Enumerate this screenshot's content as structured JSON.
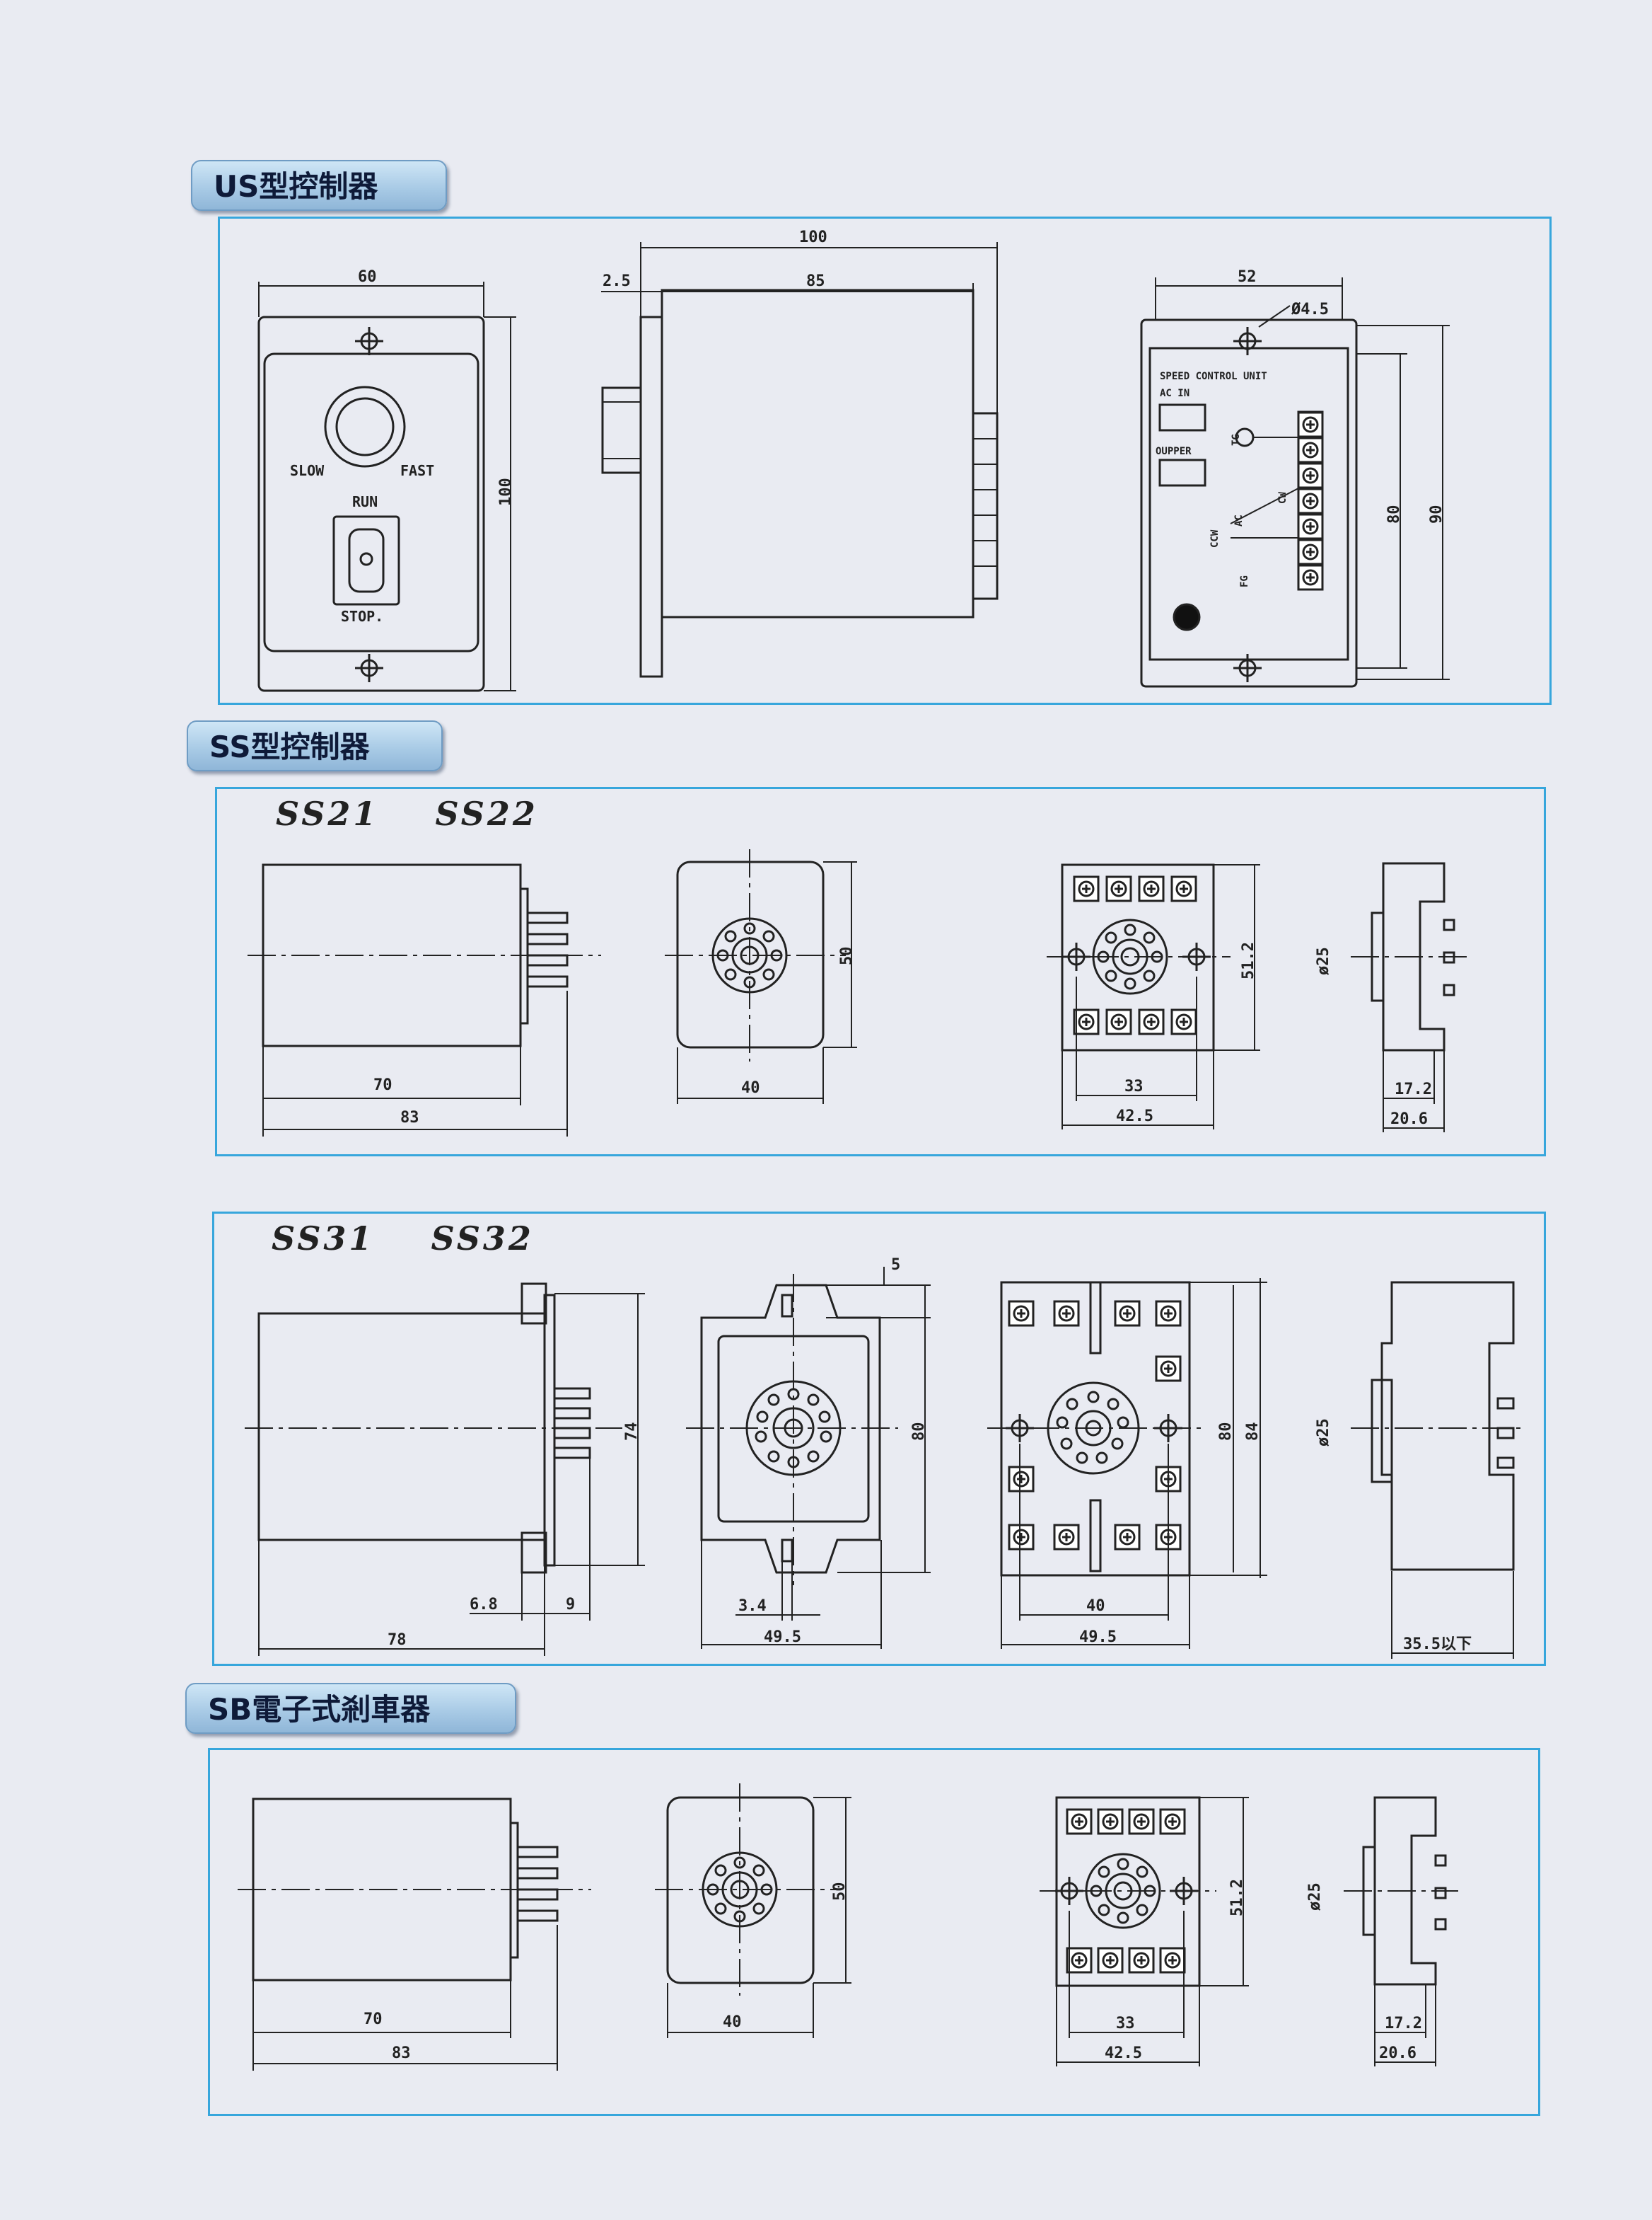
{
  "sections": {
    "us": {
      "title": "US型控制器",
      "front": {
        "width": "60",
        "height": "100",
        "knob_slow": "SLOW",
        "knob_fast": "FAST",
        "switch_run": "RUN",
        "switch_stop": "STOP."
      },
      "side": {
        "total": "100",
        "flange": "2.5",
        "body": "85"
      },
      "rear": {
        "width": "52",
        "hole": "Ø4.5",
        "height_inner": "80",
        "height_outer": "90",
        "unit_title": "SPEED CONTROL UNIT",
        "ac_in": "AC IN",
        "output": "OUPPER",
        "terms": [
          "TG",
          "CW",
          "AC",
          "CCW",
          "FG"
        ]
      }
    },
    "ss": {
      "title": "SS型控制器",
      "group1": {
        "models": "SS21    SS22",
        "body": {
          "len70": "70",
          "len83": "83"
        },
        "face": {
          "width": "40",
          "height": "50"
        },
        "socket": {
          "inner": "33",
          "outer": "42.5",
          "height": "51.2"
        },
        "side": {
          "dia": "ø25",
          "d1": "17.2",
          "d2": "20.6"
        }
      },
      "group2": {
        "models": "SS31    SS32",
        "body": {
          "len78": "78",
          "d68": "6.8",
          "d9": "9",
          "h74": "74"
        },
        "face": {
          "top5": "5",
          "d34": "3.4",
          "width": "49.5",
          "height": "80"
        },
        "socket": {
          "inner": "40",
          "outer": "49.5",
          "h80": "80",
          "h84": "84"
        },
        "side": {
          "dia": "ø25",
          "len": "35.5以下"
        }
      }
    },
    "sb": {
      "title": "SB電子式剎車器",
      "body": {
        "len70": "70",
        "len83": "83"
      },
      "face": {
        "width": "40",
        "height": "50"
      },
      "socket": {
        "inner": "33",
        "outer": "42.5",
        "height": "51.2"
      },
      "side": {
        "dia": "ø25",
        "d1": "17.2",
        "d2": "20.6"
      }
    }
  },
  "colors": {
    "panel_border": "#37a6dc",
    "tab_fill": "#a9cbe6",
    "background": "#e9ebf2",
    "line": "#222222"
  }
}
